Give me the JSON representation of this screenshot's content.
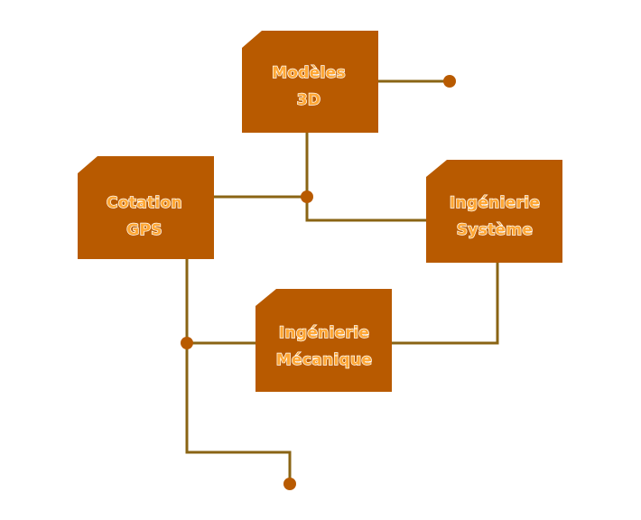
{
  "diagram": {
    "nodes": {
      "modeles3d": {
        "line1": "Modèles",
        "line2": "3D"
      },
      "cotation": {
        "line1": "Cotation",
        "line2": "GPS"
      },
      "systeme": {
        "line1": "Ingénierie",
        "line2": "Système"
      },
      "mecanique": {
        "line1": "Ingénierie",
        "line2": "Mécanique"
      }
    },
    "colors": {
      "node_fill": "#b85a00",
      "label_text": "#ffa632",
      "connector": "#8a6414"
    }
  }
}
